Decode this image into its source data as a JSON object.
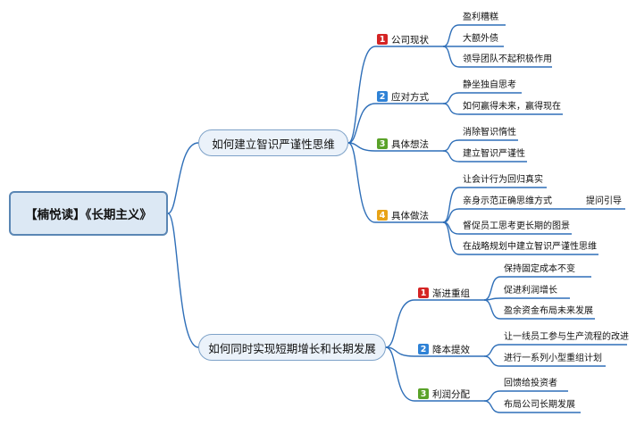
{
  "root": {
    "label": "【楠悦读】《长期主义》"
  },
  "topics": [
    {
      "label": "如何建立智识严谨性思维",
      "branches": [
        {
          "badge": "1",
          "label": "公司现状",
          "color": "#d42424",
          "leaves": [
            "盈利糟糕",
            "大额外债",
            "领导团队不起积极作用"
          ]
        },
        {
          "badge": "2",
          "label": "应对方式",
          "color": "#2f82d6",
          "leaves": [
            "静坐独自思考",
            "如何赢得未来，赢得现在"
          ]
        },
        {
          "badge": "3",
          "label": "具体想法",
          "color": "#5aa229",
          "leaves": [
            "消除智识惰性",
            "建立智识严谨性"
          ]
        },
        {
          "badge": "4",
          "label": "具体做法",
          "color": "#e8a317",
          "leaves": [
            "让会计行为回归真实",
            "亲身示范正确思维方式",
            "督促员工思考更长期的图景",
            "在战略规划中建立智识严谨性思维"
          ],
          "sub": "提问引导"
        }
      ]
    },
    {
      "label": "如何同时实现短期增长和长期发展",
      "branches": [
        {
          "badge": "1",
          "label": "渐进重组",
          "color": "#d42424",
          "leaves": [
            "保持固定成本不变",
            "促进利润增长",
            "盈余资金布局未来发展"
          ]
        },
        {
          "badge": "2",
          "label": "降本提效",
          "color": "#2f82d6",
          "leaves": [
            "让一线员工参与生产流程的改进",
            "进行一系列小型重组计划"
          ]
        },
        {
          "badge": "3",
          "label": "利润分配",
          "color": "#5aa229",
          "leaves": [
            "回馈给投资者",
            "布局公司长期发展"
          ]
        }
      ]
    }
  ]
}
